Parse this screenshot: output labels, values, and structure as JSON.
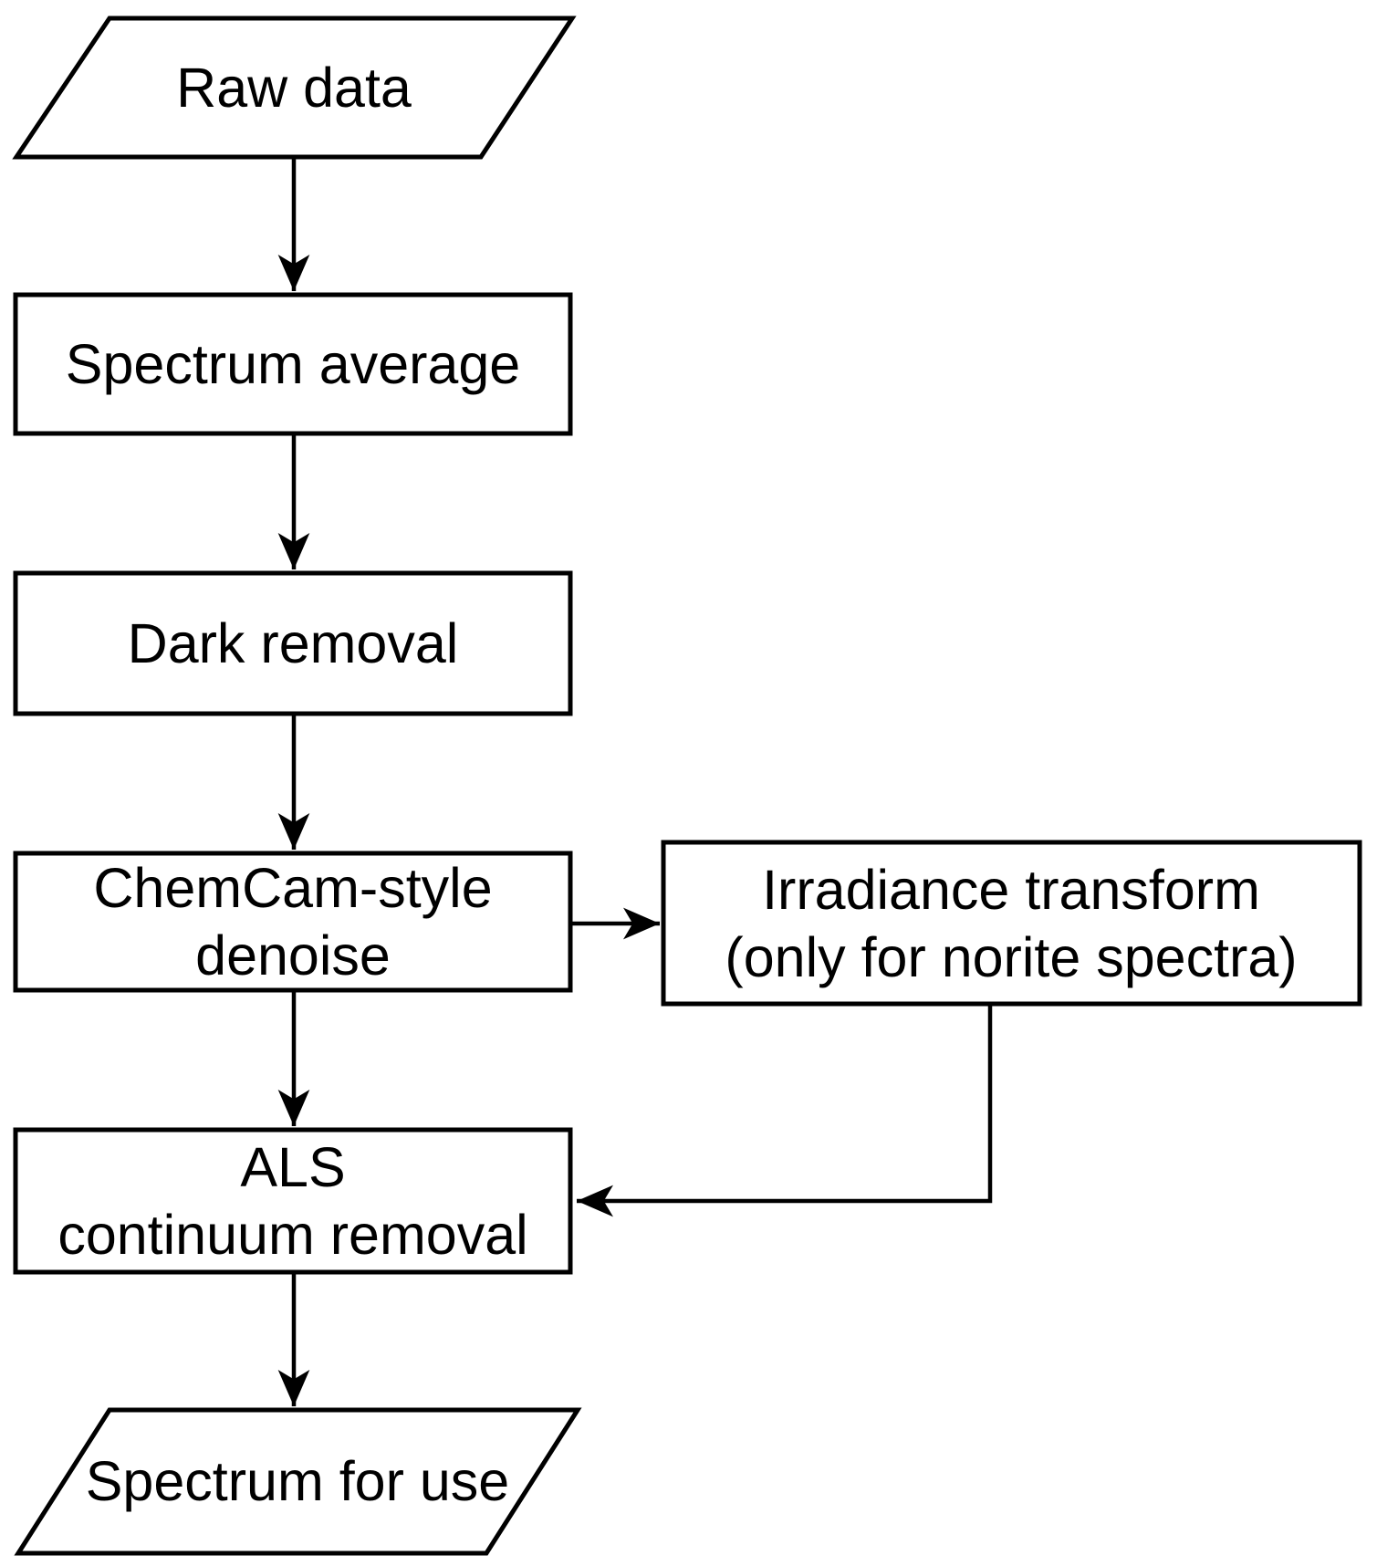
{
  "diagram": {
    "type": "flowchart",
    "colors": {
      "stroke": "#000000",
      "shape_fill": "#ffffff",
      "background": "#ffffff",
      "text": "#000000"
    },
    "nodes": {
      "raw_data": {
        "shape": "parallelogram",
        "label": "Raw data"
      },
      "spectrum_average": {
        "shape": "rectangle",
        "label": "Spectrum average"
      },
      "dark_removal": {
        "shape": "rectangle",
        "label": "Dark removal"
      },
      "chemcam_denoise": {
        "shape": "rectangle",
        "lines": [
          "ChemCam-style",
          "denoise"
        ]
      },
      "irradiance_transform": {
        "shape": "rectangle",
        "lines": [
          "Irradiance transform",
          "(only for norite spectra)"
        ]
      },
      "als_continuum_removal": {
        "shape": "rectangle",
        "lines": [
          "ALS",
          "continuum removal"
        ]
      },
      "spectrum_for_use": {
        "shape": "parallelogram",
        "label": "Spectrum for use"
      }
    },
    "edges": [
      {
        "from": "raw_data",
        "to": "spectrum_average",
        "style": "arrow-down"
      },
      {
        "from": "spectrum_average",
        "to": "dark_removal",
        "style": "arrow-down"
      },
      {
        "from": "dark_removal",
        "to": "chemcam_denoise",
        "style": "arrow-down"
      },
      {
        "from": "chemcam_denoise",
        "to": "irradiance_transform",
        "style": "arrow-right"
      },
      {
        "from": "chemcam_denoise",
        "to": "als_continuum_removal",
        "style": "arrow-down"
      },
      {
        "from": "irradiance_transform",
        "to": "als_continuum_removal",
        "style": "elbow-down-left"
      },
      {
        "from": "als_continuum_removal",
        "to": "spectrum_for_use",
        "style": "arrow-down"
      }
    ]
  }
}
